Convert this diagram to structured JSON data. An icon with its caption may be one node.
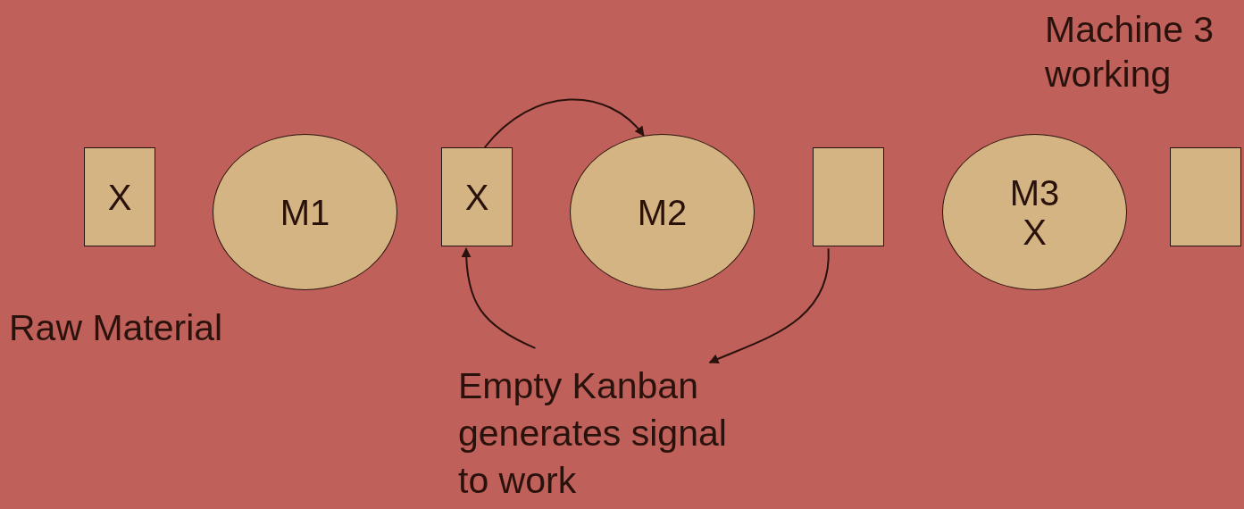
{
  "diagram": {
    "nodes": [
      {
        "text": [
          "X"
        ]
      },
      {
        "text": [
          "M1"
        ]
      },
      {
        "text": [
          "X"
        ]
      },
      {
        "text": [
          "M2"
        ]
      },
      {
        "text": [],
        "shape": "box"
      },
      {
        "text": [
          "M3 X"
        ]
      },
      {
        "text": [],
        "shape": "box"
      },
      {
        "text": [
          "Empty Kanban generates signal to work"
        ]
      }
    ],
    "edges": [
      {
        "from": 2,
        "to": 3,
        "arrow": "to"
      },
      {
        "from": 7,
        "to": 2,
        "arrow": "to"
      },
      {
        "from": 4,
        "to": 7,
        "arrow": "to"
      }
    ],
    "labels": [
      "Machine 3 working",
      "Raw Material"
    ]
  }
}
